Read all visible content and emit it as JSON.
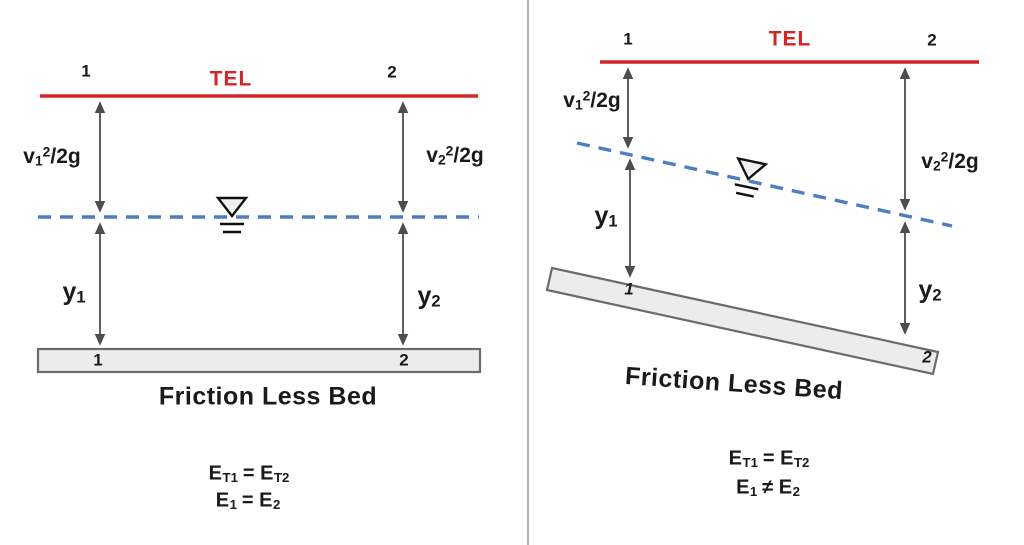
{
  "colors": {
    "tel_red": "#d0262a",
    "water_blue": "#4d7ec2",
    "arrow_gray": "#4d4d4d",
    "bed_fill": "#ececec",
    "bed_stroke": "#6b6b6b",
    "text": "#1a1a1a",
    "separator": "#9e9e9e"
  },
  "figure": {
    "left_panel": {
      "station_1": "1",
      "station_2": "2",
      "tel_label": "TEL",
      "velocity_head_1": {
        "base": "v",
        "sub": "1",
        "sup": "2",
        "rest": "/2g"
      },
      "velocity_head_2": {
        "base": "v",
        "sub": "2",
        "sup": "2",
        "rest": "/2g"
      },
      "depth_1": {
        "base": "y",
        "sub": "1"
      },
      "depth_2": {
        "base": "y",
        "sub": "2"
      },
      "bed_station_1": "1",
      "bed_station_2": "2",
      "bed_caption": "Friction Less Bed",
      "equation_total": {
        "lhs_base": "E",
        "lhs_sub": "T1",
        "relation": "=",
        "rhs_base": "E",
        "rhs_sub": "T2"
      },
      "equation_specific": {
        "lhs_base": "E",
        "lhs_sub": "1",
        "relation": "=",
        "rhs_base": "E",
        "rhs_sub": "2"
      }
    },
    "right_panel": {
      "station_1": "1",
      "station_2": "2",
      "tel_label": "TEL",
      "velocity_head_1": {
        "base": "v",
        "sub": "1",
        "sup": "2",
        "rest": "/2g"
      },
      "velocity_head_2": {
        "base": "v",
        "sub": "2",
        "sup": "2",
        "rest": "/2g"
      },
      "depth_1": {
        "base": "y",
        "sub": "1"
      },
      "depth_2": {
        "base": "y",
        "sub": "2"
      },
      "bed_station_1": "1",
      "bed_station_2": "2",
      "bed_caption": "Friction Less Bed",
      "equation_total": {
        "lhs_base": "E",
        "lhs_sub": "T1",
        "relation": "=",
        "rhs_base": "E",
        "rhs_sub": "T2"
      },
      "equation_specific": {
        "lhs_base": "E",
        "lhs_sub": "1",
        "relation": "≠",
        "rhs_base": "E",
        "rhs_sub": "2"
      }
    }
  }
}
